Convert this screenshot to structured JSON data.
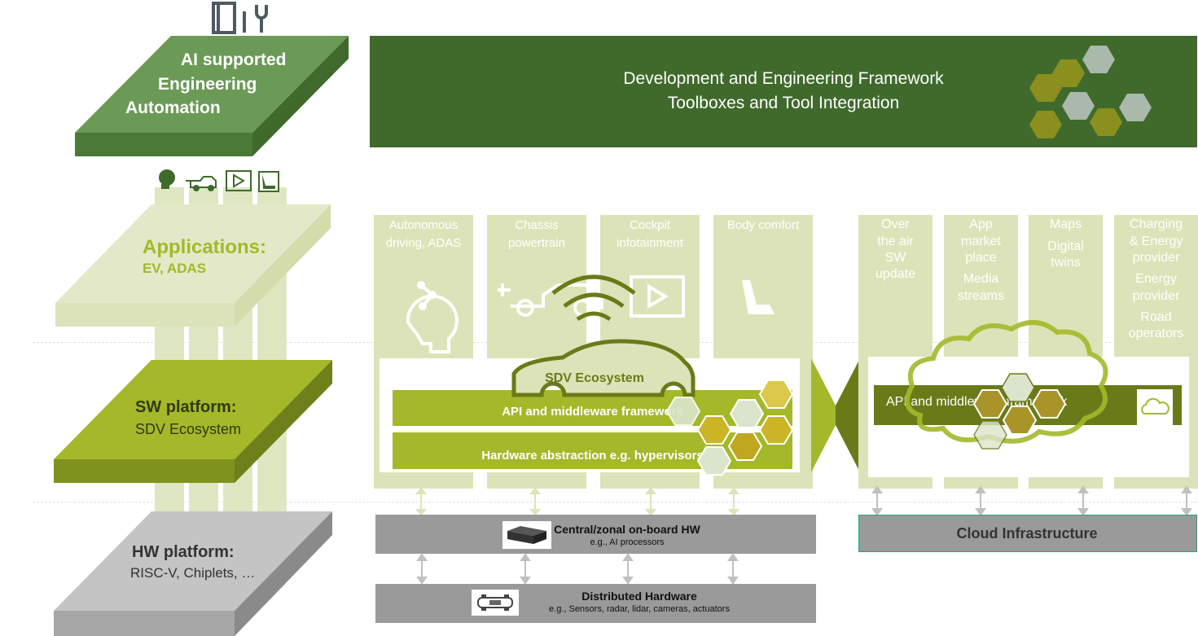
{
  "colors": {
    "dark_green": "#3f6a2c",
    "mid_green": "#6b9a57",
    "lime": "#a4b82a",
    "pale": "#dde3b8",
    "olive": "#8f9a1f",
    "gray": "#9a9a9a",
    "cloud_border": "#2aa07a"
  },
  "left_stack": {
    "ai": {
      "line1": "AI supported",
      "line2": "Engineering",
      "line3": "Automation"
    },
    "applications": {
      "title": "Applications:",
      "subtitle": "EV, ADAS"
    },
    "sw": {
      "title": "SW platform:",
      "subtitle": "SDV Ecosystem"
    },
    "hw": {
      "title": "HW platform:",
      "subtitle": "RISC-V, Chiplets, …"
    },
    "icons": [
      "tools-icon",
      "ai-head-icon",
      "ev-car-icon",
      "play-icon",
      "seat-icon"
    ]
  },
  "framework_banner": {
    "line1": "Development and Engineering Framework",
    "line2": "Toolboxes and Tool Integration"
  },
  "app_columns": [
    {
      "line1": "Autonomous",
      "line2": "driving, ADAS"
    },
    {
      "line1": "Chassis",
      "line2": "powertrain"
    },
    {
      "line1": "Cockpit",
      "line2": "infotainment"
    },
    {
      "line1": "Body comfort",
      "line2": ""
    }
  ],
  "sdv_badge": "SDV Ecosystem",
  "middleware_bar": "API and middleware framework",
  "hal_bar": "Hardware abstraction e.g. hypervisors",
  "cloud_columns": [
    {
      "lines": [
        "Over",
        "the air",
        "SW",
        "update"
      ]
    },
    {
      "lines": [
        "App",
        "market",
        "place",
        "Media",
        "streams"
      ]
    },
    {
      "lines": [
        "Maps",
        "Digital",
        "twins"
      ]
    },
    {
      "lines": [
        "Charging",
        "& Energy",
        "provider",
        "Energy",
        "provider",
        "Road",
        "operators"
      ]
    }
  ],
  "cloud_middleware_bar": "API and middleware framework",
  "central_hw": {
    "title": "Central/zonal on-board HW",
    "subtitle": "e.g., AI processors"
  },
  "distributed_hw": {
    "title": "Distributed Hardware",
    "subtitle": "e.g., Sensors, radar, lidar, cameras, actuators"
  },
  "cloud_infra": "Cloud Infrastructure"
}
